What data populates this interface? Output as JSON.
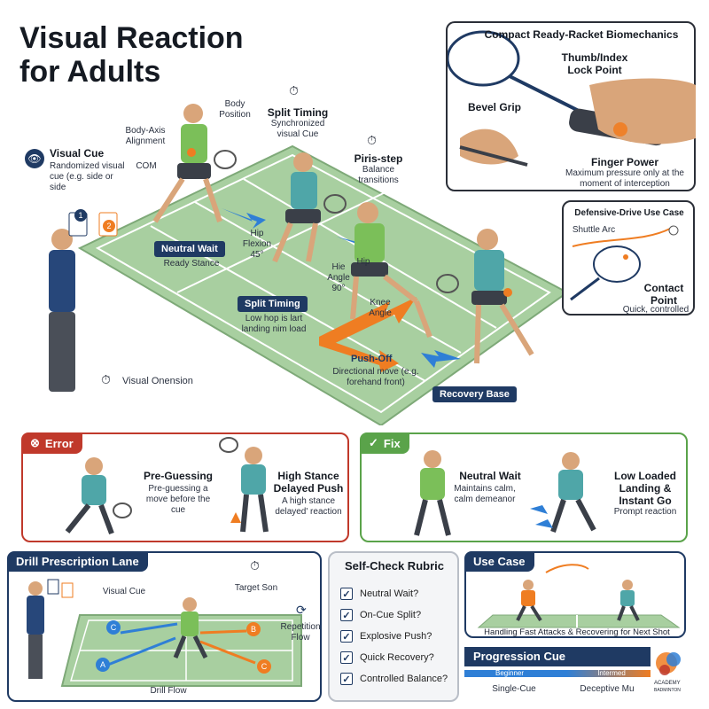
{
  "title": "Visual Reaction for Adults",
  "hero": {
    "visual_cue_title": "Visual Cue",
    "visual_cue_desc": "Randomized visual cue (e.g. side or side",
    "body_axis": "Body-Axis Alignment",
    "body_position": "Body Position",
    "com": "COM",
    "split_timing_top": "Split Timing",
    "split_timing_top_desc": "Synchronized visual Cue",
    "piris_step": "Piris-step",
    "piris_step_desc": "Balance transitions",
    "neutral_wait": "Neutral Wait",
    "ready_stance": "Ready Stance",
    "hip_flexion": "Hip Flexion 45°",
    "hip": "Hip",
    "hip_angle": "Hie Angle 90°",
    "knee_angle": "Knee Angle",
    "split_timing_mid": "Split Timing",
    "split_timing_mid_desc": "Low hop is lart landing nim load",
    "push_off": "Push-Off",
    "push_off_desc": "Directional move (e.g. forehand front)",
    "recovery_base": "Recovery Base",
    "visual_onension": "Visual Onension",
    "card_1": "1",
    "card_2": "2"
  },
  "grip_panel": {
    "title": "Compact Ready-Racket Biomechanics",
    "thumb": "Thumb/Index Lock Point",
    "bevel": "Bevel Grip",
    "finger_power": "Finger Power",
    "finger_power_desc": "Maximum pressure only at the moment of interception"
  },
  "defense_panel": {
    "title": "Defensive-Drive Use Case",
    "shuttle_arc": "Shuttle Arc",
    "contact_point": "Contact Point",
    "contact_desc": "Quick, controlled"
  },
  "error_panel": {
    "label": "Error",
    "item1_title": "Pre-Guessing",
    "item1_desc": "Pre-guessing a move before the cue",
    "item2_title": "High Stance Delayed Push",
    "item2_desc": "A high stance delayed' reaction"
  },
  "fix_panel": {
    "label": "Fix",
    "item1_title": "Neutral Wait",
    "item1_desc": "Maintains calm, calm demeanor",
    "item2_title": "Low Loaded Landing & Instant Go",
    "item2_desc": "Prompt reaction"
  },
  "drill_panel": {
    "title": "Drill Prescription Lane",
    "visual_cue": "Visual Cue",
    "target": "Target Son",
    "repetition": "Repetition Flow",
    "drill_flow": "Drill Flow",
    "marker_a": "A",
    "marker_b": "B",
    "marker_c1": "C",
    "marker_c2": "C"
  },
  "rubric_panel": {
    "title": "Self-Check Rubric",
    "items": [
      "Neutral Wait?",
      "On-Cue Split?",
      "Explosive Push?",
      "Quick Recovery?",
      "Controlled Balance?"
    ]
  },
  "use_case_panel": {
    "title": "Use Case",
    "caption": "Handling Fast Attacks & Recovering for Next Shot"
  },
  "progression": {
    "title": "Progression Cue",
    "beginner": "Beginner",
    "intermediate": "Intermed",
    "single_cue": "Single-Cue",
    "deceptive": "Deceptive Mu",
    "logo_text": "ACADEMY BADMINTON"
  },
  "colors": {
    "navy": "#1f3a63",
    "court_green": "#9cc79a",
    "error_red": "#c0392b",
    "fix_green": "#5aa34a",
    "accent_orange": "#ef7d22",
    "arrow_blue": "#2f7fd6"
  }
}
